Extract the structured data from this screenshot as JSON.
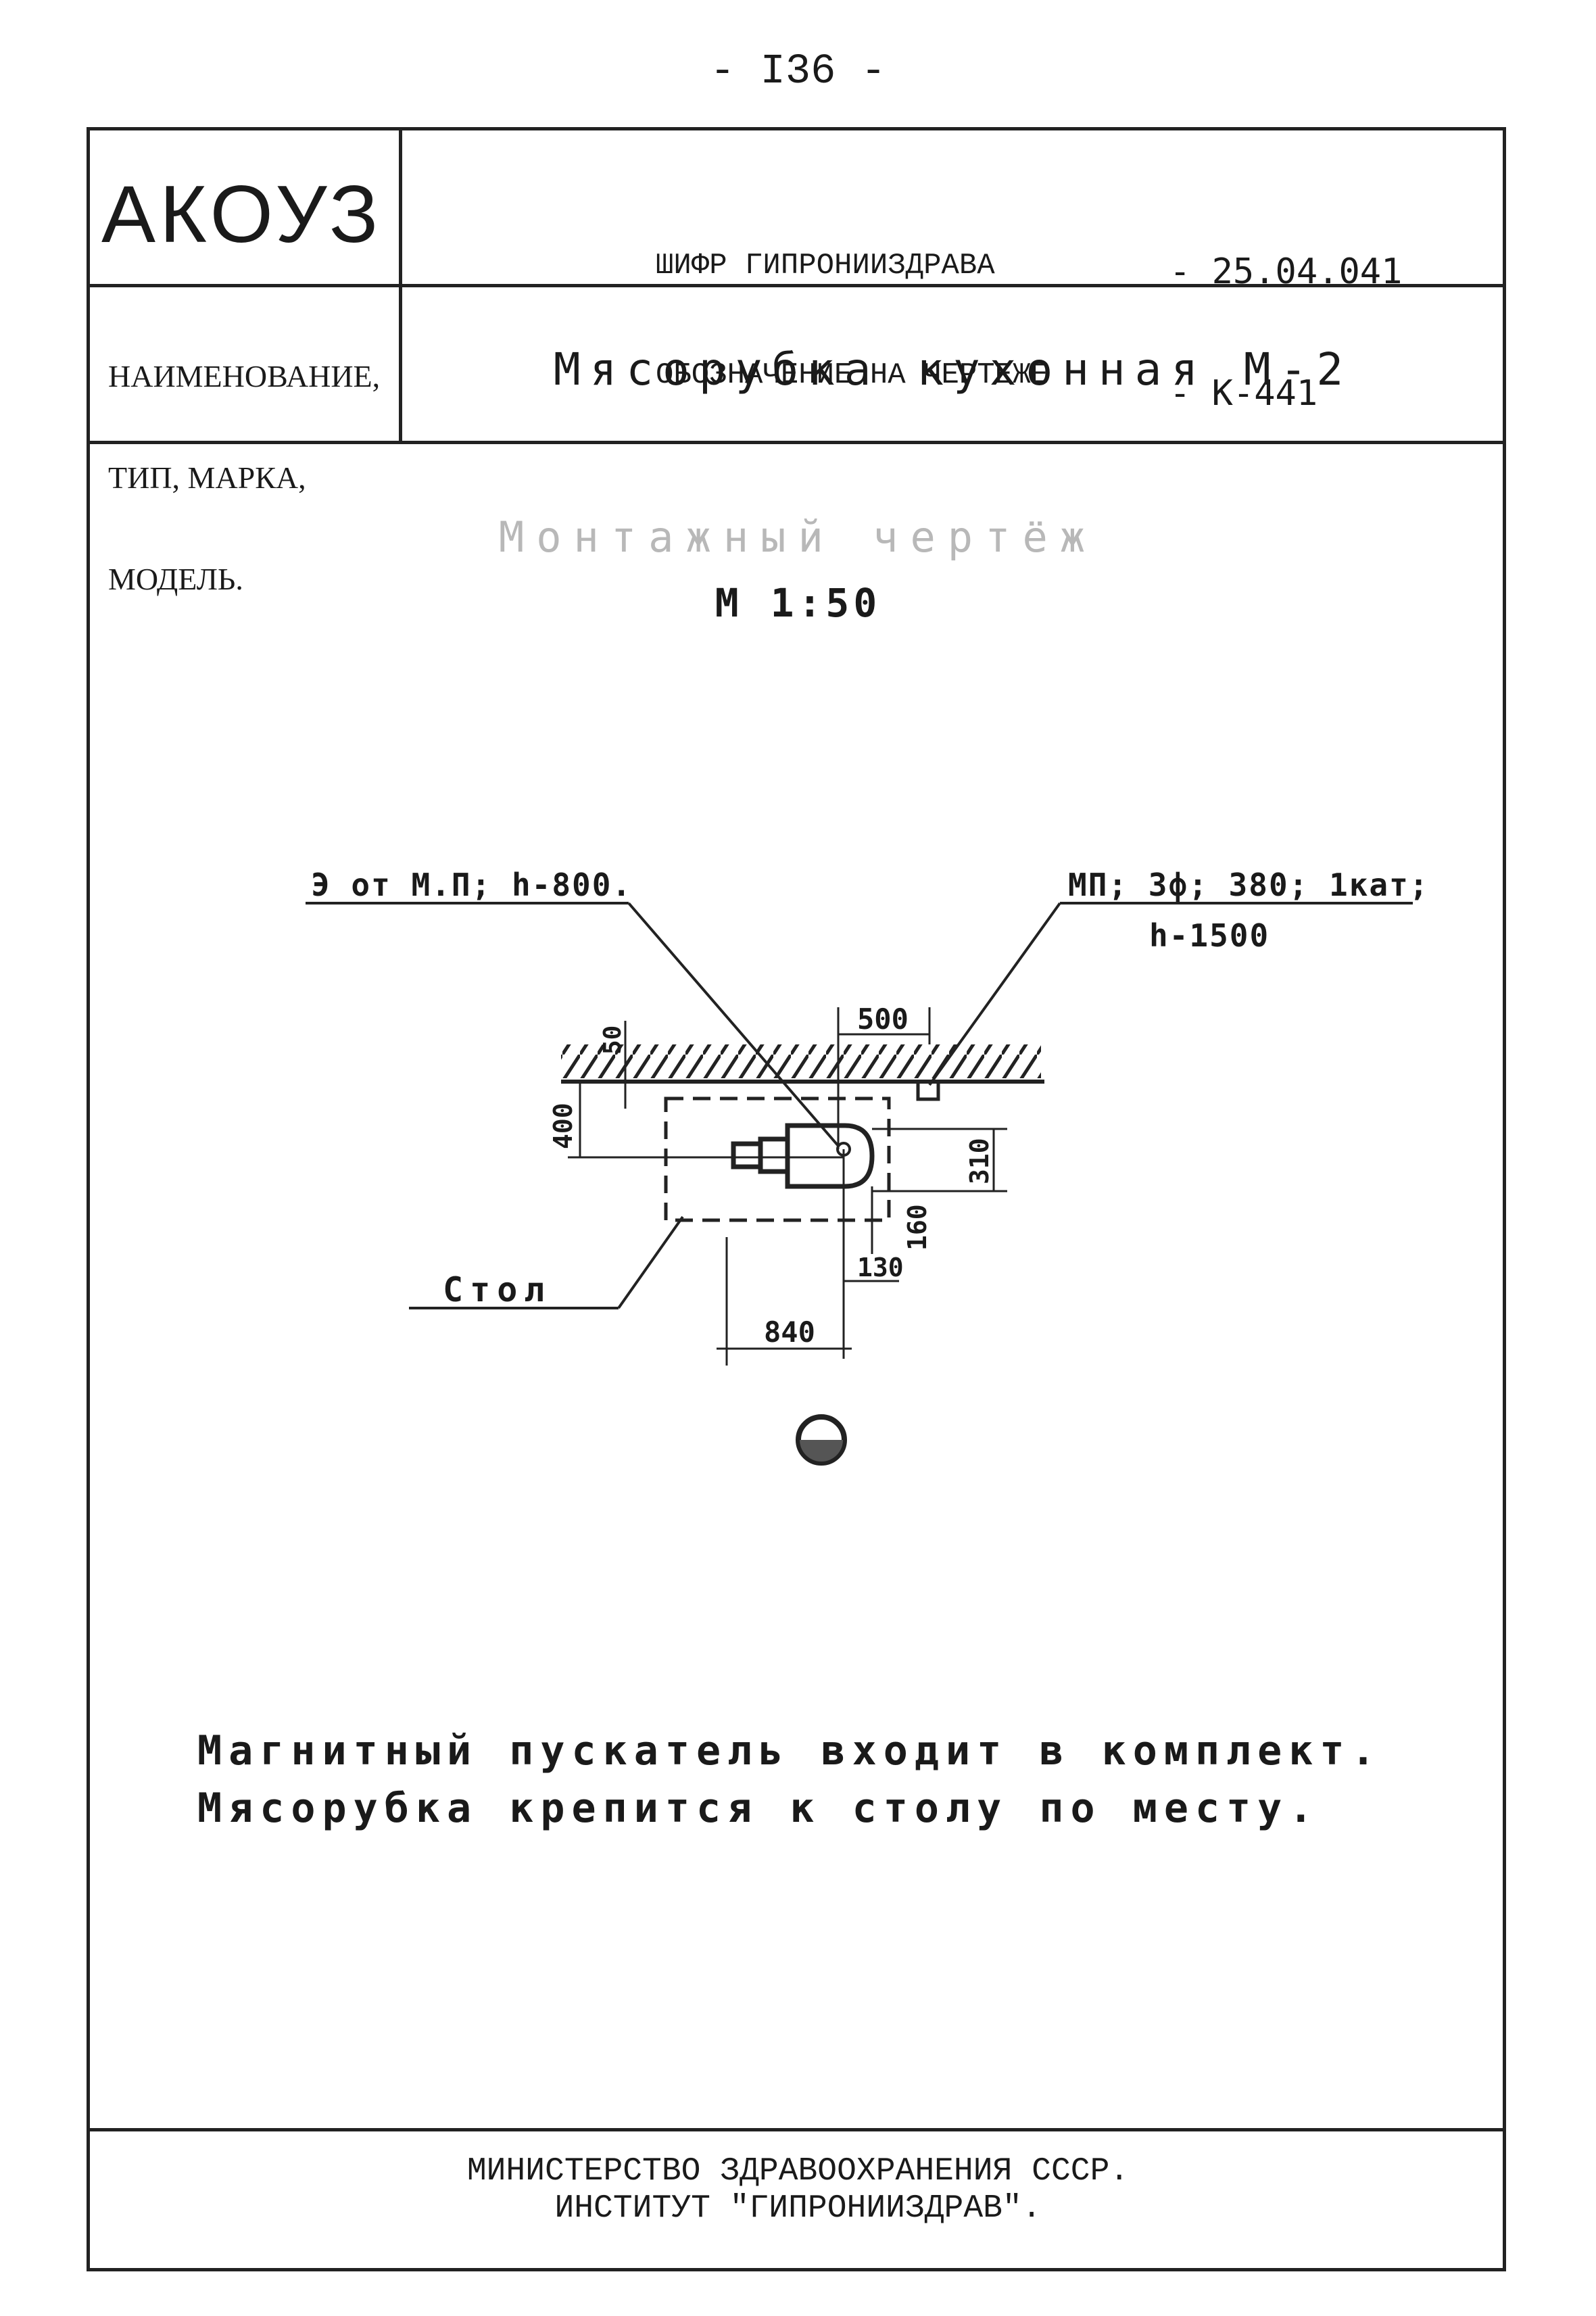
{
  "page_number": "- I36 -",
  "header": {
    "code_label": "АКОУЗ",
    "cipher_line1_label": "ШИФР ГИПРОНИИЗДРАВА",
    "cipher_line1_value": "- 25.04.041",
    "cipher_line2_label": "ОБОЗНАЧЕНИЕ НА ЧЕРТЕЖЕ",
    "cipher_line2_value": "- K-441"
  },
  "naming": {
    "label_lines": [
      "НАИМЕНОВАНИЕ,",
      "ТИП, МАРКА,",
      "МОДЕЛЬ."
    ],
    "value": "Мясорубка кухонная М-2"
  },
  "drawing": {
    "title_faded": "Монтажный чертёж",
    "scale": "М 1:50",
    "callout_left": "Э от М.П; h-800.",
    "callout_right_line1": "МП; 3ф; 380; 1кат;",
    "callout_right_line2": "h-1500",
    "table_label": "Стол",
    "dimensions": {
      "d500": "500",
      "d50": "50",
      "d400": "400",
      "d310": "310",
      "d160": "160",
      "d130": "130",
      "d840": "840"
    }
  },
  "notes": [
    "Магнитный пускатель входит в комплект.",
    "Мясорубка крепится к столу по месту."
  ],
  "footer": {
    "line1": "МИНИСТЕРСТВО ЗДРАВООХРАНЕНИЯ СССР.",
    "line2": "ИНСТИТУТ \"ГИПРОНИИЗДРАВ\"."
  }
}
